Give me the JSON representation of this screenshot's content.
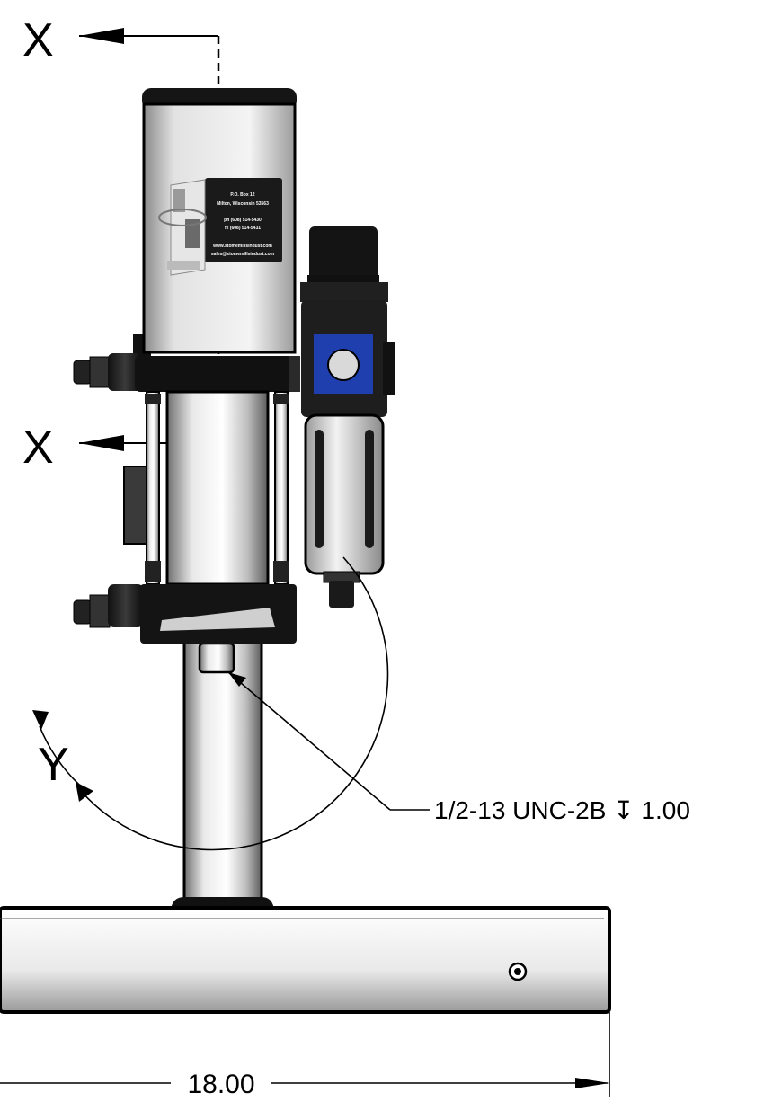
{
  "section": {
    "label_top": "X",
    "label_bottom": "X"
  },
  "detail": {
    "label": "Y"
  },
  "callout": {
    "text": "1/2-13 UNC-2B ↧ 1.00"
  },
  "dimension": {
    "value": "18.00"
  },
  "nameplate": {
    "lines": [
      "P.O. Box 12",
      "Milton, Wisconsin 53563",
      "ph (608) 514-5430",
      "fx (608) 514-5431",
      "www.stomemillsindust.com",
      "sales@stomemillsindust.com"
    ]
  },
  "colors": {
    "line": "#000000",
    "regulator_accent": "#1f3fae"
  }
}
